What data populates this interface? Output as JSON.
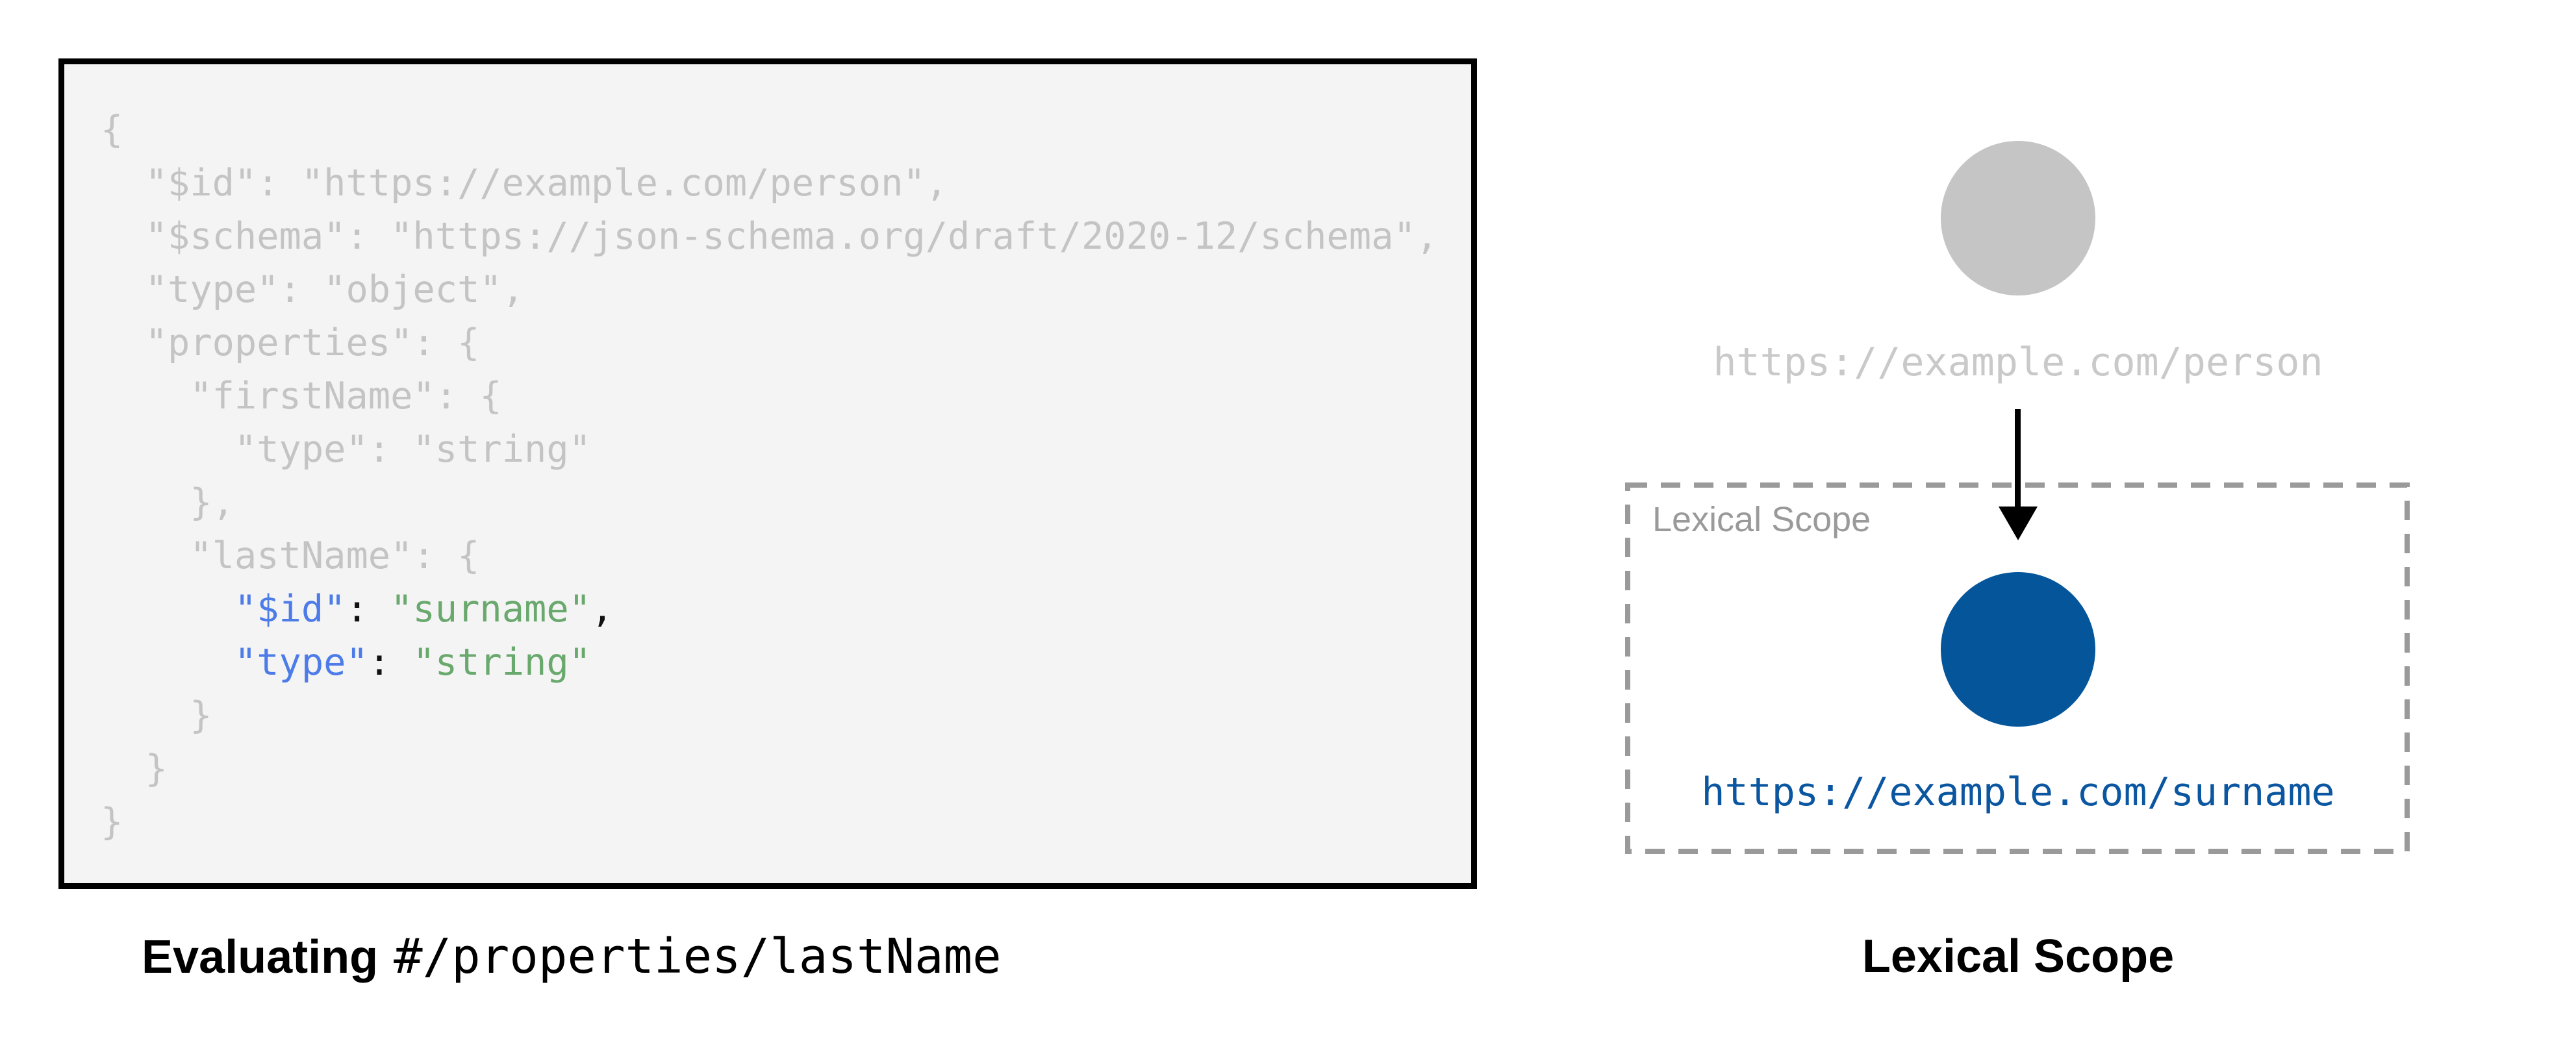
{
  "colors": {
    "code_dim": "#c4c4c4",
    "code_key_blue": "#4d7ce8",
    "code_string_green": "#6aa96d",
    "code_punct_dark": "#111111",
    "node_gray": "#c5c5c5",
    "node_blue": "#05559b",
    "label_gray": "#c9c9c9",
    "scope_border_gray": "#9a9a9a",
    "link_blue": "#0b56a0"
  },
  "left": {
    "caption_prefix": "Evaluating",
    "caption_path": "#/properties/lastName",
    "code_lines": [
      [
        [
          "dim",
          "{"
        ]
      ],
      [
        [
          "dim",
          "  \"$id\": \"https://example.com/person\","
        ]
      ],
      [
        [
          "dim",
          "  \"$schema\": \"https://json-schema.org/draft/2020-12/schema\","
        ]
      ],
      [
        [
          "dim",
          "  \"type\": \"object\","
        ]
      ],
      [
        [
          "dim",
          "  \"properties\": {"
        ]
      ],
      [
        [
          "dim",
          "    \"firstName\": {"
        ]
      ],
      [
        [
          "dim",
          "      \"type\": \"string\""
        ]
      ],
      [
        [
          "dim",
          "    },"
        ]
      ],
      [
        [
          "dim",
          "    \"lastName\": {"
        ]
      ],
      [
        [
          "dim",
          "      "
        ],
        [
          "key",
          "\"$id\""
        ],
        [
          "punct",
          ": "
        ],
        [
          "str",
          "\"surname\""
        ],
        [
          "punct",
          ","
        ]
      ],
      [
        [
          "dim",
          "      "
        ],
        [
          "key",
          "\"type\""
        ],
        [
          "punct",
          ": "
        ],
        [
          "str",
          "\"string\""
        ]
      ],
      [
        [
          "dim",
          "    }"
        ]
      ],
      [
        [
          "dim",
          "  }"
        ]
      ],
      [
        [
          "dim",
          "}"
        ]
      ]
    ]
  },
  "right": {
    "parent_label": "https://example.com/person",
    "scope_title": "Lexical Scope",
    "child_label": "https://example.com/surname",
    "caption": "Lexical Scope"
  }
}
